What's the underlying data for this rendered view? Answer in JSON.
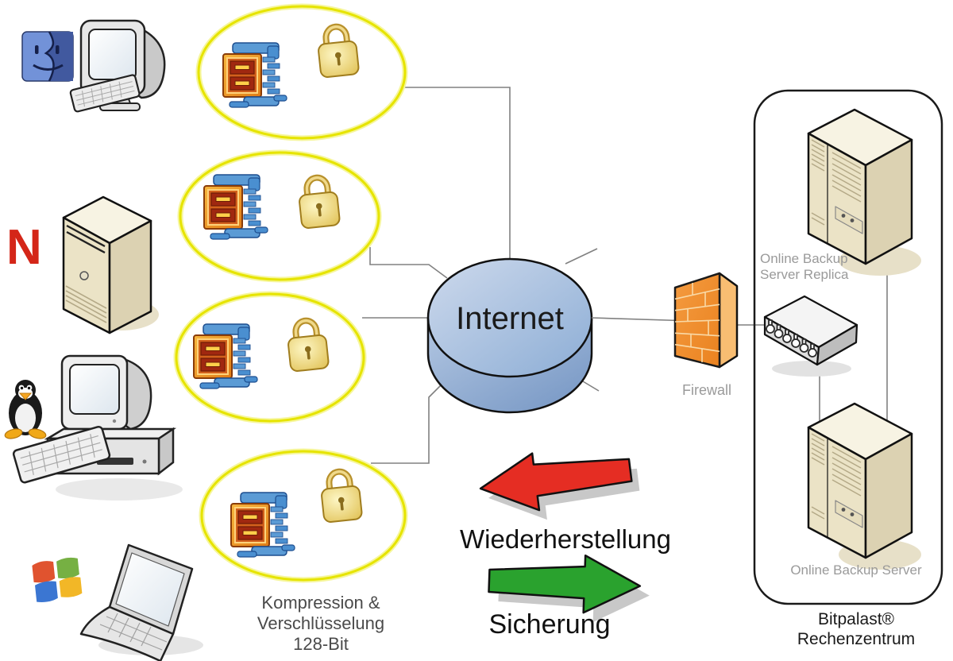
{
  "labels": {
    "internet": "Internet",
    "firewall": "Firewall",
    "replica_line1": "Online Backup",
    "replica_line2": "Server Replica",
    "backup_server": "Online Backup Server",
    "datacenter_line1": "Bitpalast®",
    "datacenter_line2": "Rechenzentrum",
    "compression_line1": "Kompression &",
    "compression_line2": "Verschlüsselung",
    "compression_line3": "128-Bit",
    "restore_arrow": "Wiederherstellung",
    "backup_arrow": "Sicherung",
    "novell_logo": "N"
  },
  "icons": {
    "mac_finder": "mac-finder-icon",
    "linux_tux": "linux-tux-icon",
    "windows_flag": "windows-logo-icon",
    "winzip": "winzip-compression-icon",
    "padlock": "encryption-lock-icon",
    "internet_cloud": "internet-cylinder-icon",
    "firewall_wall": "firewall-brick-icon",
    "network_switch": "network-switch-icon",
    "server_tower": "server-tower-icon"
  },
  "colors": {
    "ellipse_yellow": "#e6e400",
    "ellipse_glow": "#f6f69c",
    "arrow_red": "#e52d23",
    "arrow_green": "#2aa22e",
    "shadow_gray": "#c8c8c8",
    "firewall_orange": "#f0913a",
    "novell_red": "#d42618",
    "label_gray": "#9a9a9a",
    "text_dark": "#1a1a1a",
    "compression_text": "#4a4a4a"
  }
}
